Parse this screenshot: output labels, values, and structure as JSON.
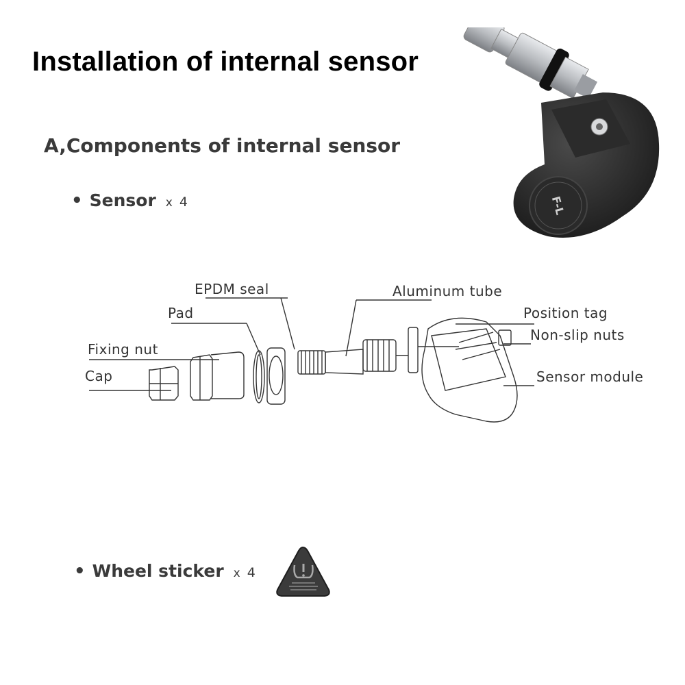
{
  "title": "Installation of internal sensor",
  "section": {
    "heading": "A,Components of internal sensor"
  },
  "items": [
    {
      "bullet": "•",
      "name": "Sensor",
      "x": "x",
      "count": "4"
    },
    {
      "bullet": "•",
      "name": "Wheel sticker",
      "x": "x",
      "count": "4"
    }
  ],
  "diagram_labels": {
    "epdm_seal": "EPDM seal",
    "pad": "Pad",
    "fixing_nut": "Fixing nut",
    "cap": "Cap",
    "aluminum_tube": "Aluminum tube",
    "position_tag": "Position tag",
    "non_slip_nuts": "Non-slip nuts",
    "sensor_module": "Sensor module"
  },
  "photo": {
    "brand": "F-L"
  },
  "colors": {
    "title": "#000000",
    "heading": "#3a3a3a",
    "sensor_body": "#1f1f1f",
    "valve_metal": "#b9bcc0",
    "sticker": "#3b3b3b"
  }
}
